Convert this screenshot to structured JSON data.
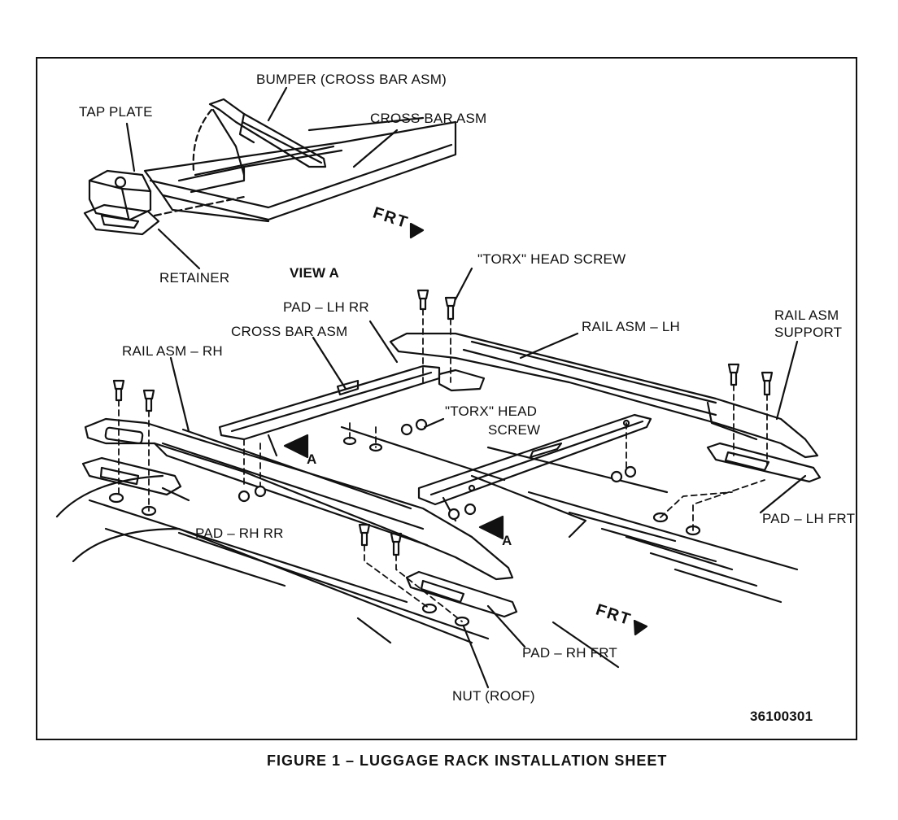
{
  "labels": {
    "bumper": "BUMPER (CROSS BAR ASM)",
    "tap_plate": "TAP PLATE",
    "cross_bar_asm_top": "CROSS BAR ASM",
    "retainer": "RETAINER",
    "view_a": "VIEW  A",
    "frt_top": "FRT",
    "torx_head_screw_top": "\"TORX\" HEAD SCREW",
    "pad_lh_rr": "PAD – LH RR",
    "rail_asm_lh": "RAIL ASM – LH",
    "rail_asm_support_1": "RAIL ASM",
    "rail_asm_support_2": "SUPPORT",
    "cross_bar_asm_mid": "CROSS BAR ASM",
    "rail_asm_rh": "RAIL ASM – RH",
    "torx_head_1": "\"TORX\" HEAD",
    "torx_head_2": "SCREW",
    "view_arrow_a1": "A",
    "view_arrow_a2": "A",
    "pad_lh_frt": "PAD – LH FRT",
    "pad_rh_rr": "PAD – RH RR",
    "frt_bottom": "FRT",
    "pad_rh_frt": "PAD – RH FRT",
    "nut_roof": "NUT (ROOF)",
    "part_number": "36100301"
  },
  "caption": "FIGURE 1 – LUGGAGE RACK INSTALLATION SHEET"
}
